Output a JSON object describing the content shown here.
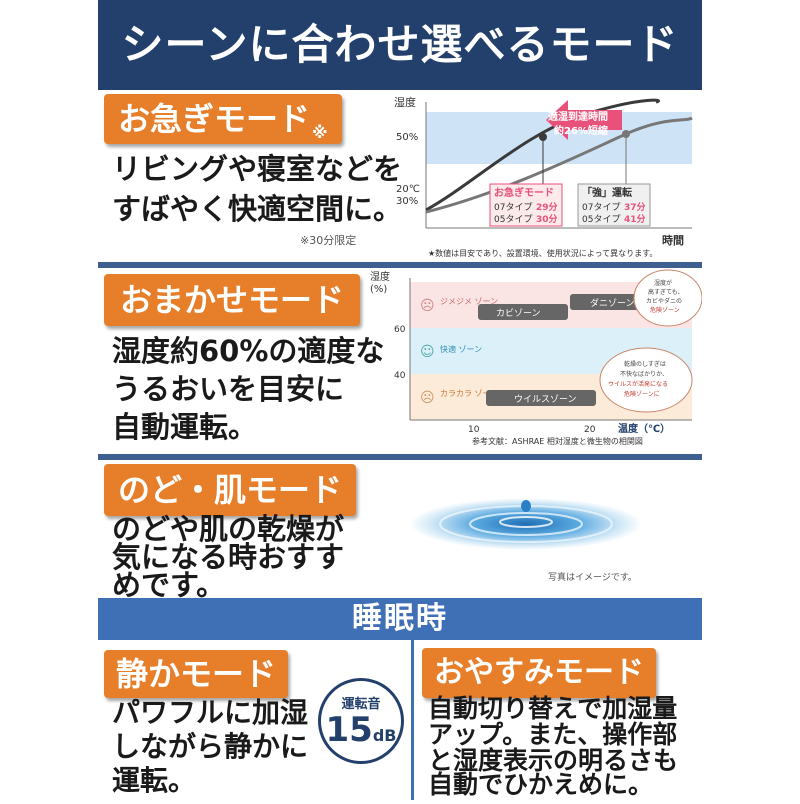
{
  "header": {
    "title": "シーンに合わせ選べるモード"
  },
  "mode_quick": {
    "label": "お急ぎモード",
    "note_mark": "※",
    "desc_lines": [
      "リビングや寝室などを",
      "すばやく快適空間に。"
    ],
    "footnote": "※30分限定",
    "chart": {
      "y_axis_label": "湿度",
      "x_axis_label": "時間",
      "tick_50": "50%",
      "tick_start_temp": "20℃",
      "tick_start_hum": "30%",
      "callout_lines": [
        "適湿到達時間",
        "約26%短縮"
      ],
      "quick_box": {
        "title": "お急ぎモード",
        "rows": [
          [
            "07タイプ",
            "29分"
          ],
          [
            "05タイプ",
            "30分"
          ]
        ]
      },
      "strong_box": {
        "title": "「強」運転",
        "rows": [
          [
            "07タイプ",
            "37分"
          ],
          [
            "05タイプ",
            "41分"
          ]
        ]
      },
      "disclaimer": "★数値は目安であり、設置環境、使用状況によって異なります。",
      "colors": {
        "band": "#cfe3f6",
        "arrow": "#e8527a",
        "quick_line": "#3a3a3a",
        "strong_line": "#777777"
      }
    }
  },
  "mode_auto": {
    "label": "おまかせモード",
    "desc_lines": [
      "湿度約60%の適度な",
      "うるおいを目安に",
      "自動運転。"
    ],
    "chart": {
      "y_axis_label": "湿度",
      "y_axis_unit": "(%)",
      "y_ticks": [
        "60",
        "40"
      ],
      "x_ticks": [
        "10",
        "20"
      ],
      "x_axis_label": "温度（℃）",
      "zones": [
        {
          "name": "ジメジメ ゾーン",
          "color": "#fbe4e4",
          "face": "☹"
        },
        {
          "name": "快適 ゾーン",
          "color": "#dcf0f9",
          "face": "☺"
        },
        {
          "name": "カラカラ ゾーン",
          "color": "#fdebd9",
          "face": "☹"
        }
      ],
      "pills": [
        "カビゾーン",
        "ダニゾーン",
        "ウイルスゾーン"
      ],
      "bubble_top": [
        "湿度が",
        "高すぎても、",
        "カビやダニの",
        "危険ゾーン"
      ],
      "bubble_bottom": [
        "乾燥のしすぎは",
        "不快なばかりか、",
        "ウイルスが活発になる",
        "危険ゾーンに"
      ],
      "reference": "参考文献：ASHRAE 相対湿度と微生物の相関図"
    }
  },
  "mode_skin": {
    "label": "のど・肌モード",
    "desc_lines": [
      "のどや肌の乾燥が",
      "気になる時おすす",
      "めです。"
    ],
    "photo_caption": "写真はイメージです。"
  },
  "sleep": {
    "title": "睡眠時"
  },
  "mode_quiet": {
    "label": "静かモード",
    "desc_lines": [
      "パワフルに加湿",
      "しながら静かに",
      "運転。"
    ],
    "badge": {
      "label": "運転音",
      "value": "15",
      "unit": "dB"
    }
  },
  "mode_rest": {
    "label": "おやすみモード",
    "desc_lines": [
      "自動切り替えで加湿量",
      "アップ。また、操作部",
      "と湿度表示の明るさも",
      "自動でひかえめに。"
    ]
  },
  "colors": {
    "navy": "#233f6b",
    "blue": "#3f6fb5",
    "orange": "#e67e2a"
  }
}
